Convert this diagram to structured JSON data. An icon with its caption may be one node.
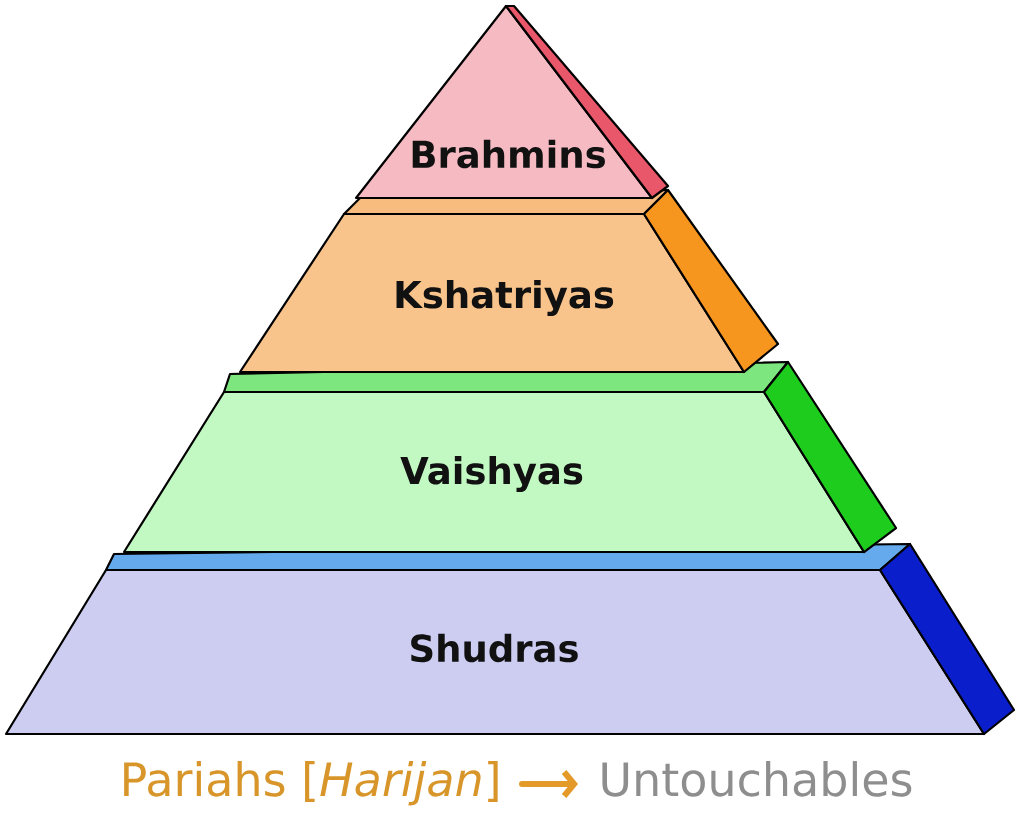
{
  "diagram": {
    "nodes": [
      {
        "text": [
          "Brahmins"
        ]
      },
      {
        "text": [
          "Kshatriyas"
        ]
      },
      {
        "text": [
          "Vaishyas"
        ]
      },
      {
        "text": [
          "Shudras"
        ]
      },
      {
        "text": [
          "Pariahs [*Harijan*]"
        ]
      },
      {
        "text": [
          "Untouchables"
        ]
      }
    ],
    "edges": [
      {
        "from": 4,
        "to": 5,
        "arrow": "to"
      }
    ]
  }
}
